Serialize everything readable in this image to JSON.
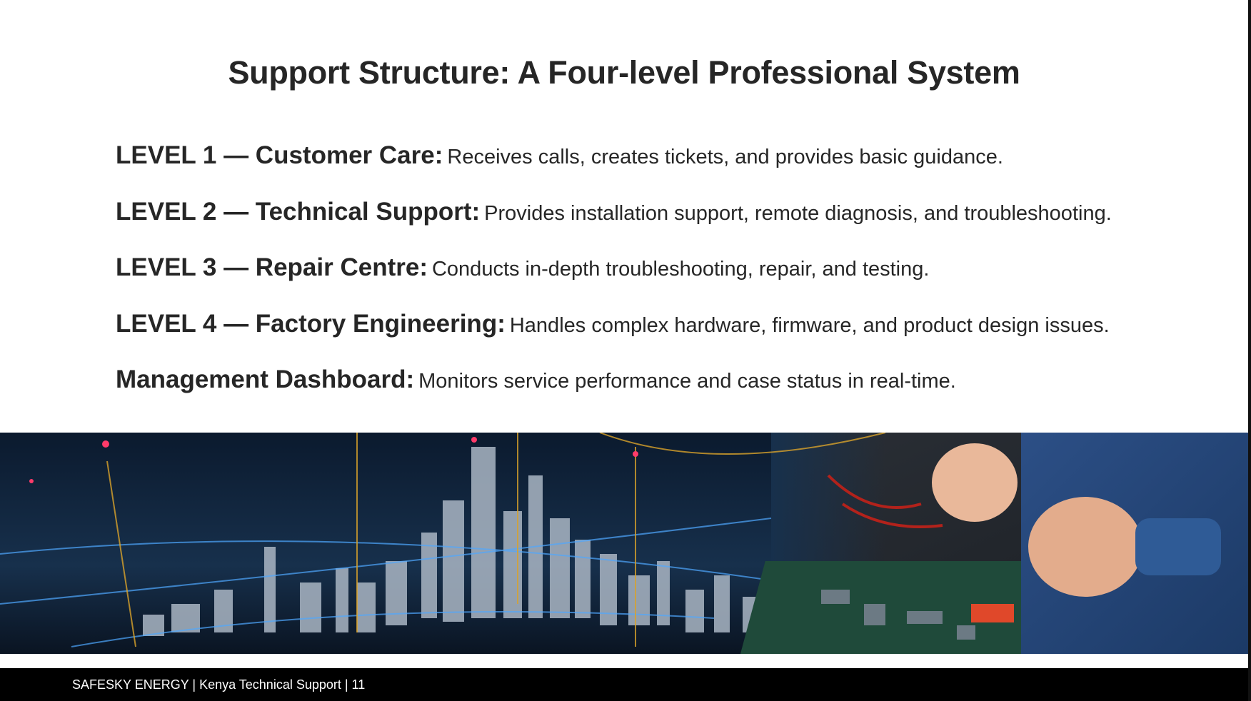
{
  "slide": {
    "title": "Support Structure: A Four-level Professional System",
    "levels": [
      {
        "head": "LEVEL 1 — Customer Care:",
        "desc": "Receives calls, creates tickets, and provides basic guidance."
      },
      {
        "head": "LEVEL 2 — Technical Support:",
        "desc": "Provides installation support, remote diagnosis, and troubleshooting."
      },
      {
        "head": "LEVEL 3 — Repair Centre:",
        "desc": "Conducts in-depth troubleshooting, repair, and testing."
      },
      {
        "head": "LEVEL 4 — Factory Engineering:",
        "desc": "Handles complex hardware, firmware, and product design issues."
      },
      {
        "head": "Management Dashboard:",
        "desc": "Monitors service performance and case status in real-time."
      }
    ],
    "banner_image": "digital-city-and-circuit-repair-photo",
    "footer": "SAFESKY ENERGY | Kenya Technical Support | 11"
  },
  "colors": {
    "text": "#262626",
    "footer_bg": "#000000",
    "footer_text": "#ffffff"
  }
}
